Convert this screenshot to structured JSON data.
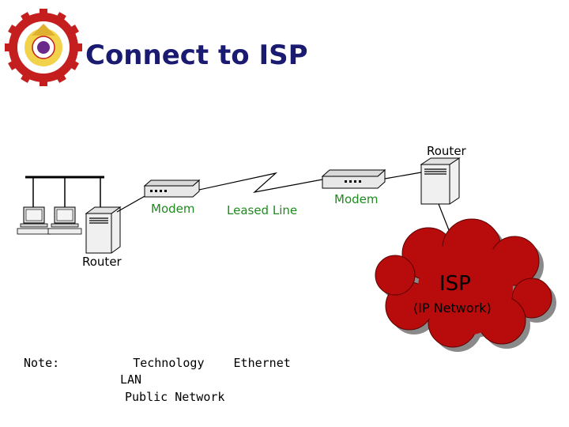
{
  "slide": {
    "title": "Connect to ISP"
  },
  "diagram": {
    "router_right_label": "Router",
    "router_left_label": "Router",
    "modem_left_label": "Modem",
    "modem_right_label": "Modem",
    "leased_line_label": "Leased Line",
    "isp_label": "ISP",
    "isp_sublabel": "(IP Network)"
  },
  "note": {
    "prefix": "Note:",
    "word_technology": "Technology",
    "word_ethernet": "Ethernet",
    "word_lan": "LAN",
    "word_public_network": "Public Network"
  },
  "colors": {
    "title": "#1a1a70",
    "device_label": "#1f8a1f",
    "cloud_fill": "#b80c0c",
    "cloud_shadow": "#8a8a8a"
  }
}
